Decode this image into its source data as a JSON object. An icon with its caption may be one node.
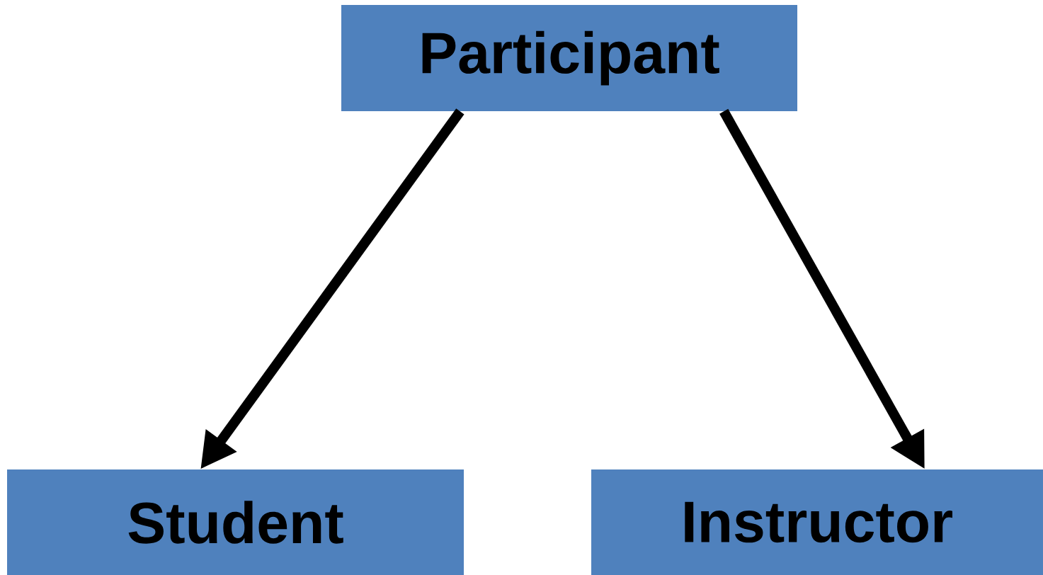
{
  "diagram": {
    "nodes": [
      {
        "text": [
          "Participant"
        ]
      },
      {
        "text": [
          "Student"
        ]
      },
      {
        "text": [
          "Instructor"
        ]
      }
    ],
    "edges": [
      {
        "from": 0,
        "to": 1,
        "arrow": "to"
      },
      {
        "from": 0,
        "to": 2,
        "arrow": "to"
      }
    ]
  }
}
